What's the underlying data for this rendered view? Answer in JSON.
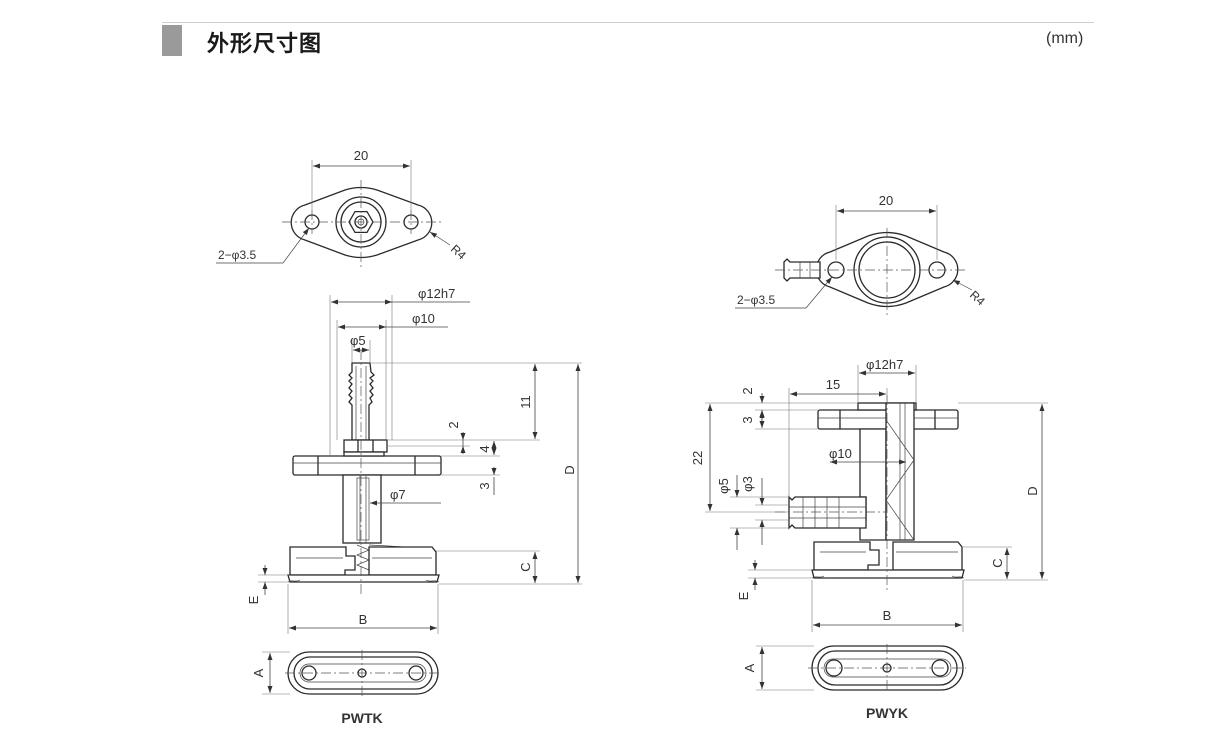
{
  "header": {
    "title": "外形尺寸图",
    "unit": "(mm)"
  },
  "pwtk": {
    "name": "PWTK",
    "top_view": {
      "width": "20",
      "holes": "2−φ3.5",
      "radius": "R4"
    },
    "side_view": {
      "d12h7": "φ12h7",
      "d10": "φ10",
      "d5": "φ5",
      "d7": "φ7",
      "h11": "11",
      "h2": "2",
      "h4": "4",
      "h3": "3",
      "D": "D",
      "C": "C",
      "E": "E",
      "B": "B"
    },
    "bottom_view": {
      "A": "A"
    }
  },
  "pwyk": {
    "name": "PWYK",
    "top_view": {
      "width": "20",
      "holes": "2−φ3.5",
      "radius": "R4"
    },
    "side_view": {
      "d12h7": "φ12h7",
      "w15": "15",
      "d10": "φ10",
      "h2": "2",
      "h3": "3",
      "h22": "22",
      "d5": "φ5",
      "d3": "φ3",
      "D": "D",
      "C": "C",
      "E": "E",
      "B": "B"
    },
    "bottom_view": {
      "A": "A"
    }
  }
}
